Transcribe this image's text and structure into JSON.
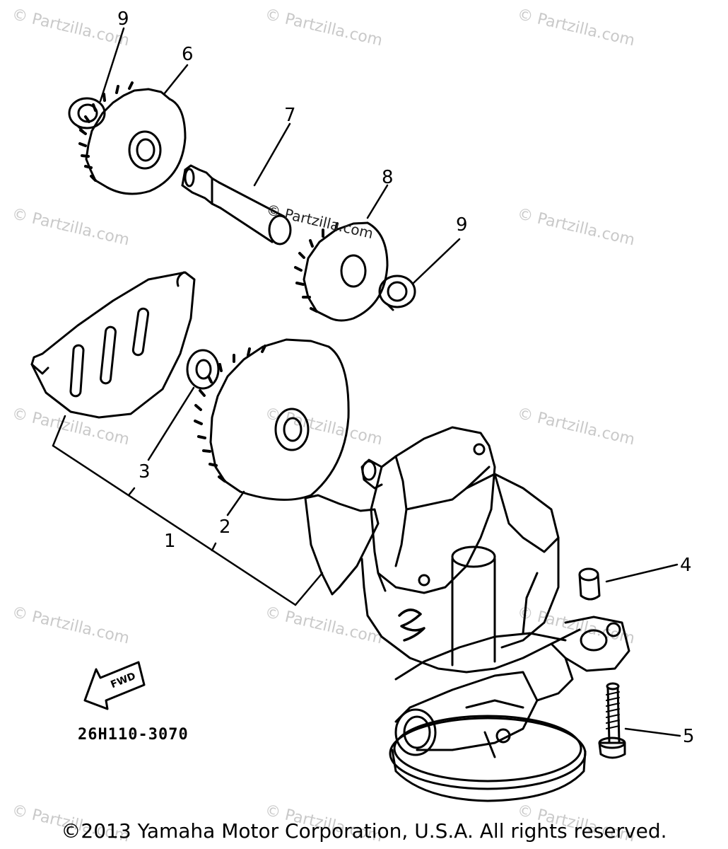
{
  "watermark_text": "© Partzilla.com",
  "center_watermark": "© Partzilla.com",
  "callouts": {
    "c9a": "9",
    "c6": "6",
    "c7": "7",
    "c8": "8",
    "c9b": "9",
    "c3": "3",
    "c2": "2",
    "c1": "1",
    "c4": "4",
    "c5": "5"
  },
  "diagram_code": "26H110-3070",
  "fwd_label": "FWD",
  "copyright": "©2013 Yamaha Motor Corporation, U.S.A. All rights reserved."
}
